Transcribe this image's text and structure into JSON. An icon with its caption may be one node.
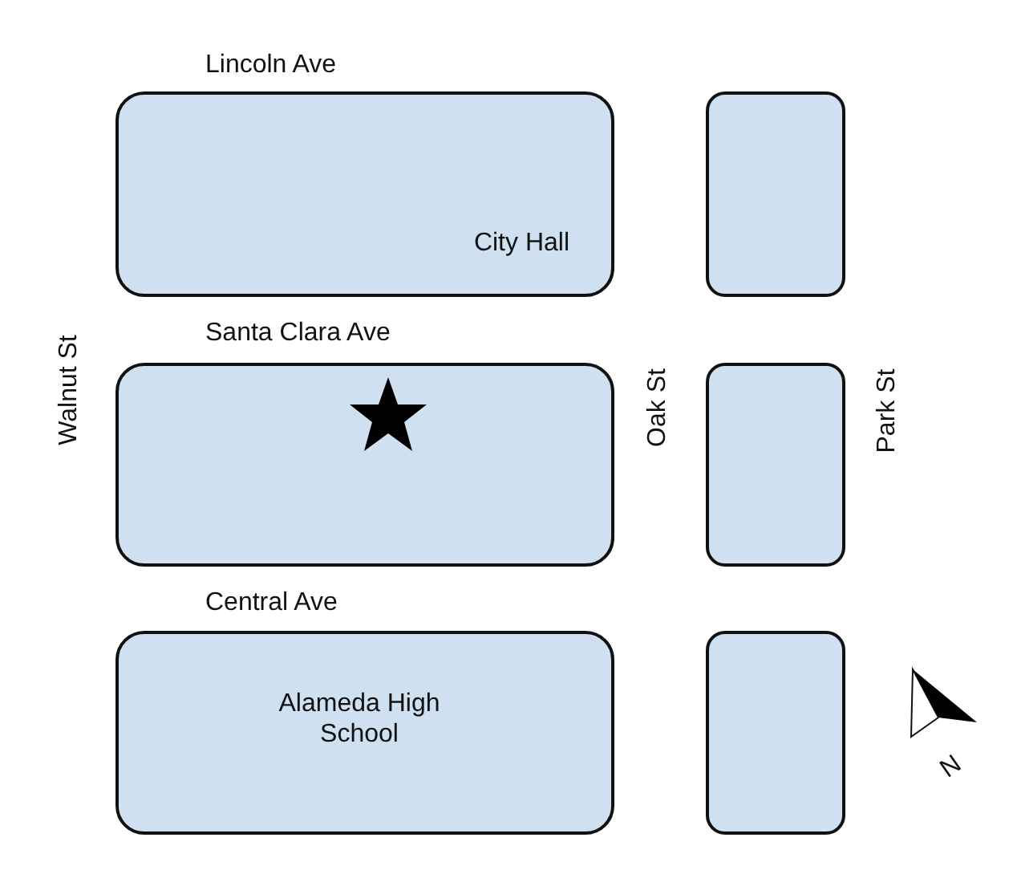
{
  "diagram": {
    "nodes": [
      {
        "text": [
          "City Hall"
        ]
      },
      {
        "text": [],
        "shape": "box"
      },
      {
        "text": [],
        "shape": "box"
      },
      {
        "text": [],
        "shape": "box"
      },
      {
        "text": [
          "Alameda High School"
        ]
      },
      {
        "text": [],
        "shape": "box"
      }
    ],
    "edges": [],
    "labels": [
      "Lincoln Ave",
      "Walnut St",
      "Santa Clara Ave",
      "Oak St",
      "Park St",
      "Central Ave",
      "N"
    ]
  }
}
